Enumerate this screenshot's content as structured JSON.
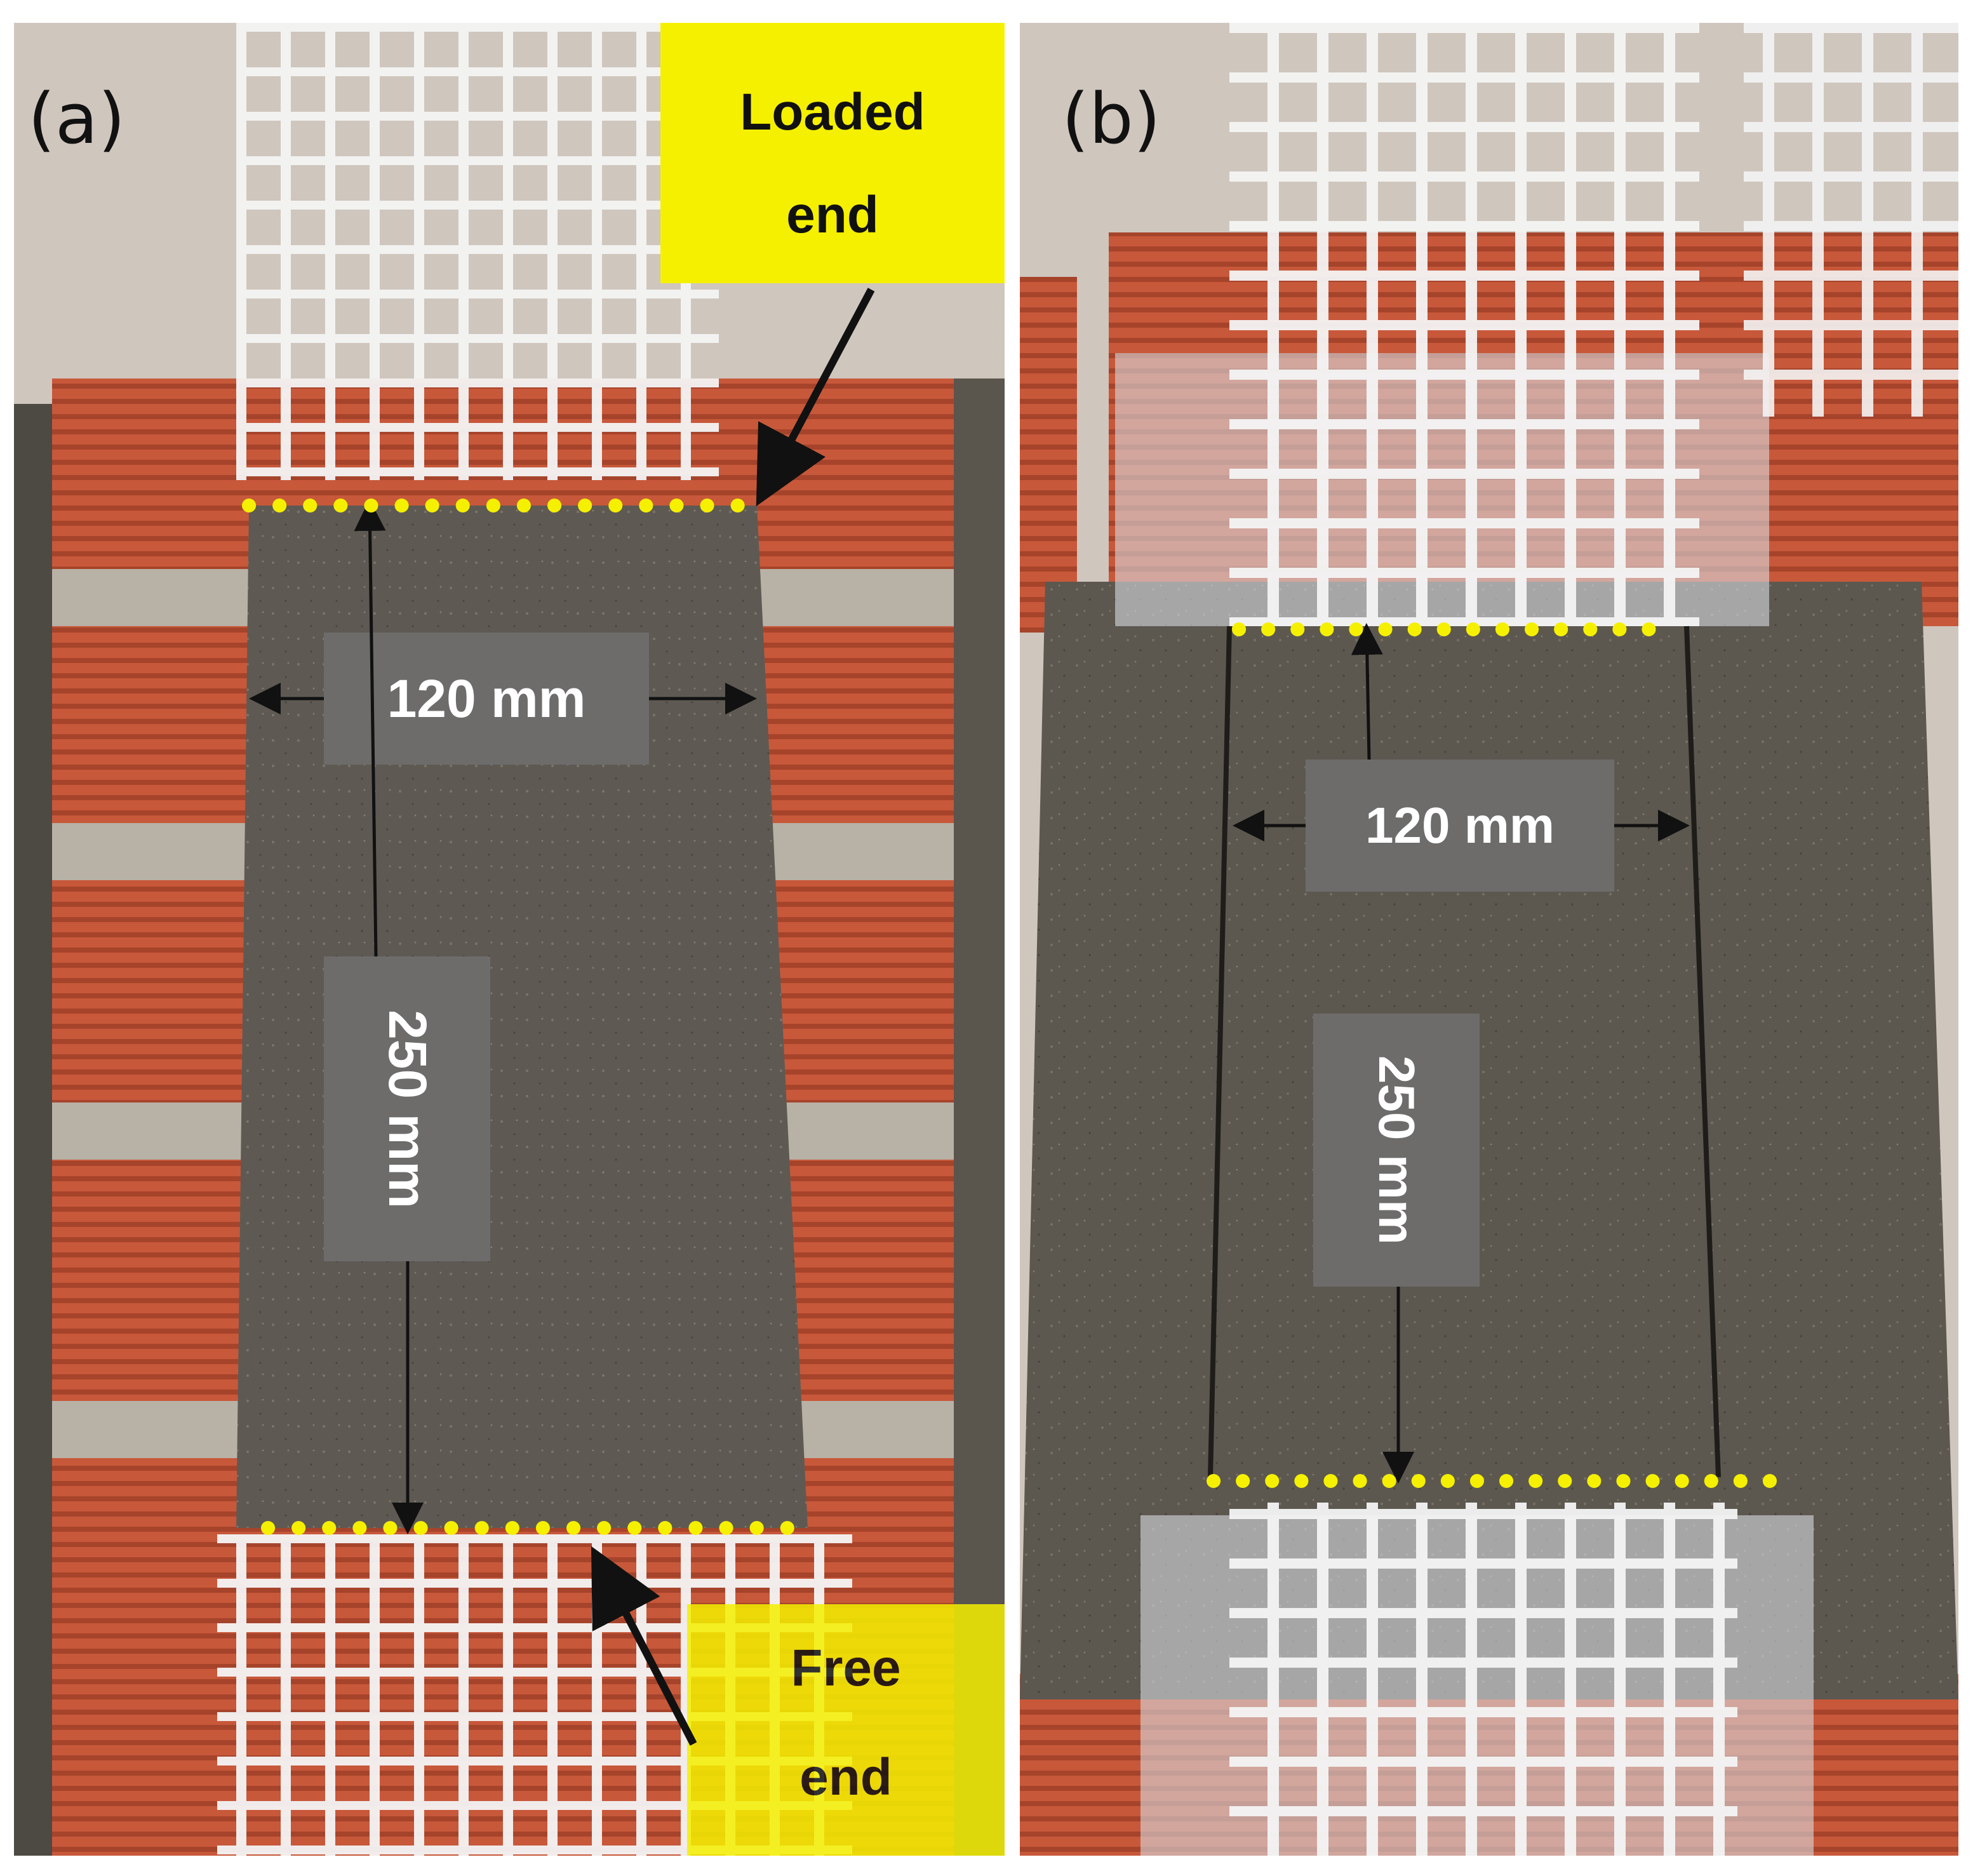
{
  "panels": [
    {
      "label": "(a)",
      "width_label": "120 mm",
      "length_label": "250 mm",
      "loaded_end": [
        "Loaded",
        "end"
      ],
      "free_end": [
        "Free",
        "end"
      ]
    },
    {
      "label": "(b)",
      "width_label": "120 mm",
      "length_label": "250 mm"
    }
  ],
  "colors": {
    "brick": "#c8583a",
    "mortar": "#5e5a53",
    "mesh": "#f4f4f4",
    "highlight": "#f5f000",
    "label_box": "#6d6c6b",
    "background": "#cfc6bd"
  }
}
